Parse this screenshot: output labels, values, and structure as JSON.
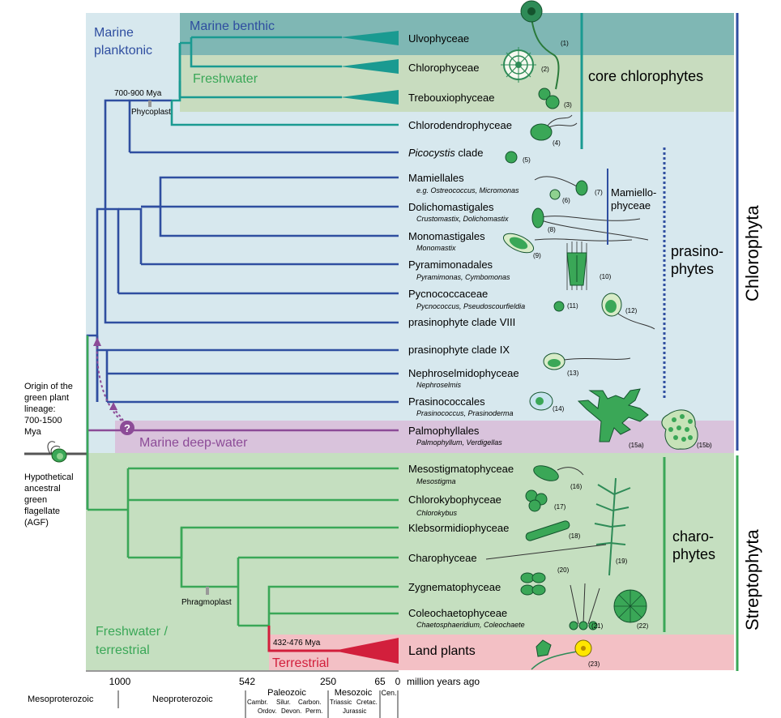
{
  "colors": {
    "marine_bg": "#d7e8ee",
    "benthic_bg": "#7fb7b4",
    "freshwater_top_bg": "#c8dcbf",
    "deepwater_bg": "#d9c3dc",
    "freshwater_bottom_bg": "#c5dfc0",
    "terrestrial_bg": "#f3c0c5",
    "blue_branch": "#2f4ea0",
    "teal_branch": "#1a9a91",
    "green_branch": "#3aa757",
    "purple_branch": "#8c4b97",
    "red_branch": "#d21f3c",
    "label_blue": "#2f4ea0",
    "label_green": "#3aa757",
    "label_purple": "#8c4b97",
    "label_red": "#d21f3c"
  },
  "habitats": {
    "marine_planktonic": [
      "Marine",
      "planktonic"
    ],
    "marine_benthic": "Marine benthic",
    "freshwater": "Freshwater",
    "marine_deep_water": "Marine deep-water",
    "freshwater_terrestrial": [
      "Freshwater /",
      "terrestrial"
    ],
    "terrestrial": "Terrestrial"
  },
  "events": {
    "phycoplast_age": "700-900 Mya",
    "phycoplast": "Phycoplast",
    "phragmoplast": "Phragmoplast",
    "land_plants_age": "432-476 Mya",
    "question_mark": "?"
  },
  "origin": {
    "text": [
      "Origin of the",
      "green plant",
      "lineage:",
      "700-1500",
      "Mya"
    ],
    "agf": [
      "Hypothetical",
      "ancestral",
      "green",
      "flagellate",
      "(AGF)"
    ]
  },
  "taxa": [
    {
      "name": "Ulvophyceae",
      "sub": "",
      "num": "(1)"
    },
    {
      "name": "Chlorophyceae",
      "sub": "",
      "num": "(2)"
    },
    {
      "name": "Trebouxiophyceae",
      "sub": "",
      "num": "(3)"
    },
    {
      "name": "Chlorodendrophyceae",
      "sub": "",
      "num": "(4)"
    },
    {
      "name": "Picocystis",
      "name_rest": " clade",
      "sub": "",
      "num": "(5)"
    },
    {
      "name": "Mamiellales",
      "sub": "e.g. Ostreococcus, Micromonas",
      "num": "(6)"
    },
    {
      "name": "Dolichomastigales",
      "sub": "Crustomastix, Dolichomastix",
      "num": "(7)"
    },
    {
      "name": "Monomastigales",
      "sub": "Monomastix",
      "num": "(8)"
    },
    {
      "name": "Pyramimonadales",
      "sub": "Pyramimonas, Cymbomonas",
      "num": "(9)"
    },
    {
      "name": "Pycnococcaceae",
      "sub": "Pycnococcus, Pseudoscourfieldia",
      "num": "(10)"
    },
    {
      "name": "prasinophyte clade VIII",
      "sub": "",
      "num": "(11)"
    },
    {
      "name": "prasinophyte clade IX",
      "sub": "",
      "num": "(12)"
    },
    {
      "name": "Nephroselmidophyceae",
      "sub": "Nephroselmis",
      "num": "(13)"
    },
    {
      "name": "Prasinococcales",
      "sub": "Prasinococcus, Prasinoderma",
      "num": "(14)"
    },
    {
      "name": "Palmophyllales",
      "sub": "Palmophyllum, Verdigellas",
      "num": "(15a)"
    },
    {
      "name": "Mesostigmatophyceae",
      "sub": "Mesostigma",
      "num": "(15b)"
    },
    {
      "name": "Chlorokybophyceae",
      "sub": "Chlorokybus",
      "num": "(16)"
    },
    {
      "name": "Klebsormidiophyceae",
      "sub": "",
      "num": "(17)"
    },
    {
      "name": "Charophyceae",
      "sub": "",
      "num": "(18)"
    },
    {
      "name": "Zygnematophyceae",
      "sub": "",
      "num": "(19)"
    },
    {
      "name": "Coleochaetophyceae",
      "sub": "Chaetosphaeridium, Coleochaete",
      "num": "(20)"
    },
    {
      "name": "Land plants",
      "sub": "",
      "num": "(21)"
    }
  ],
  "extra_numbers": [
    "(22)",
    "(23)"
  ],
  "groups": {
    "core_chlorophytes": "core chlorophytes",
    "mamiellophyceae": [
      "Mamiello-",
      "phyceae"
    ],
    "prasinophytes": [
      "prasino-",
      "phytes"
    ],
    "charophytes": [
      "charo-",
      "phytes"
    ],
    "chlorophyta": "Chlorophyta",
    "streptophyta": "Streptophyta"
  },
  "timeline": {
    "ticks": [
      "1000",
      "542",
      "250",
      "65",
      "0"
    ],
    "unit": "million years ago",
    "eons": [
      "Mesoproterozoic",
      "Neoproterozoic"
    ],
    "eras": [
      "Paleozoic",
      "Mesozoic",
      "Cen."
    ],
    "periods_row1": [
      "Cambr.",
      "Silur.",
      "Carbon.",
      "Triassic",
      "Cretac."
    ],
    "periods_row2": [
      "Ordov.",
      "Devon.",
      "Perm.",
      "Jurassic"
    ]
  }
}
